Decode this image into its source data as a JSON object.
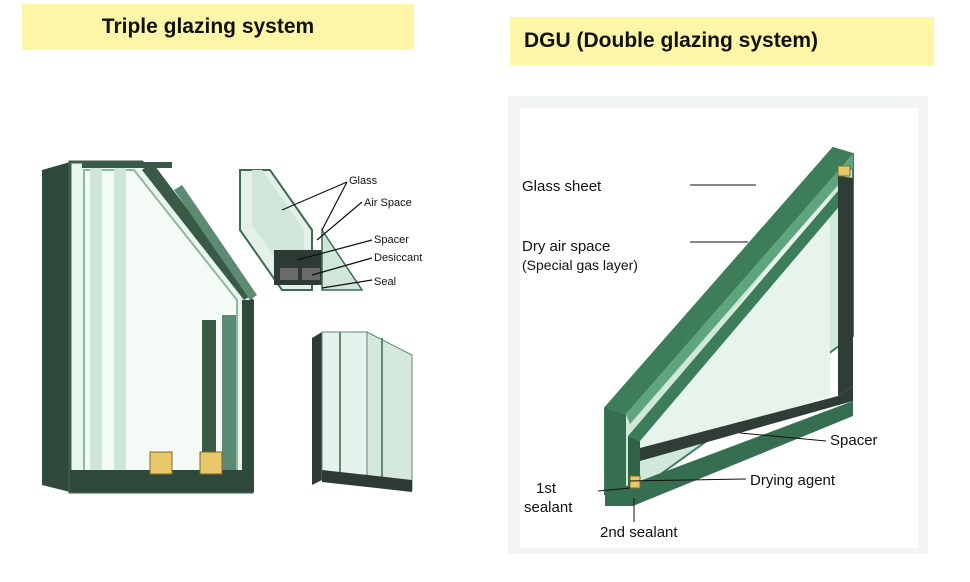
{
  "left_title": "Triple glazing system",
  "right_title": "DGU (Double glazing system)",
  "inset_labels": {
    "glass": "Glass",
    "air_space": "Air Space",
    "spacer": "Spacer",
    "desiccant": "Desiccant",
    "seal": "Seal"
  },
  "dgu_labels": {
    "glass_sheet": "Glass sheet",
    "dry_air_space": "Dry air space",
    "special_gas": "(Special gas layer)",
    "spacer": "Spacer",
    "drying_agent": "Drying agent",
    "first_sealant_1": "1st",
    "first_sealant_2": "sealant",
    "second_sealant": "2nd sealant"
  },
  "colors": {
    "title_bg": "#fdf6a6",
    "frame_green": "#3d7d5a",
    "glass_light": "#d8efe3",
    "frame_dark": "#2f3d36",
    "desiccant": "#e8c86a"
  }
}
